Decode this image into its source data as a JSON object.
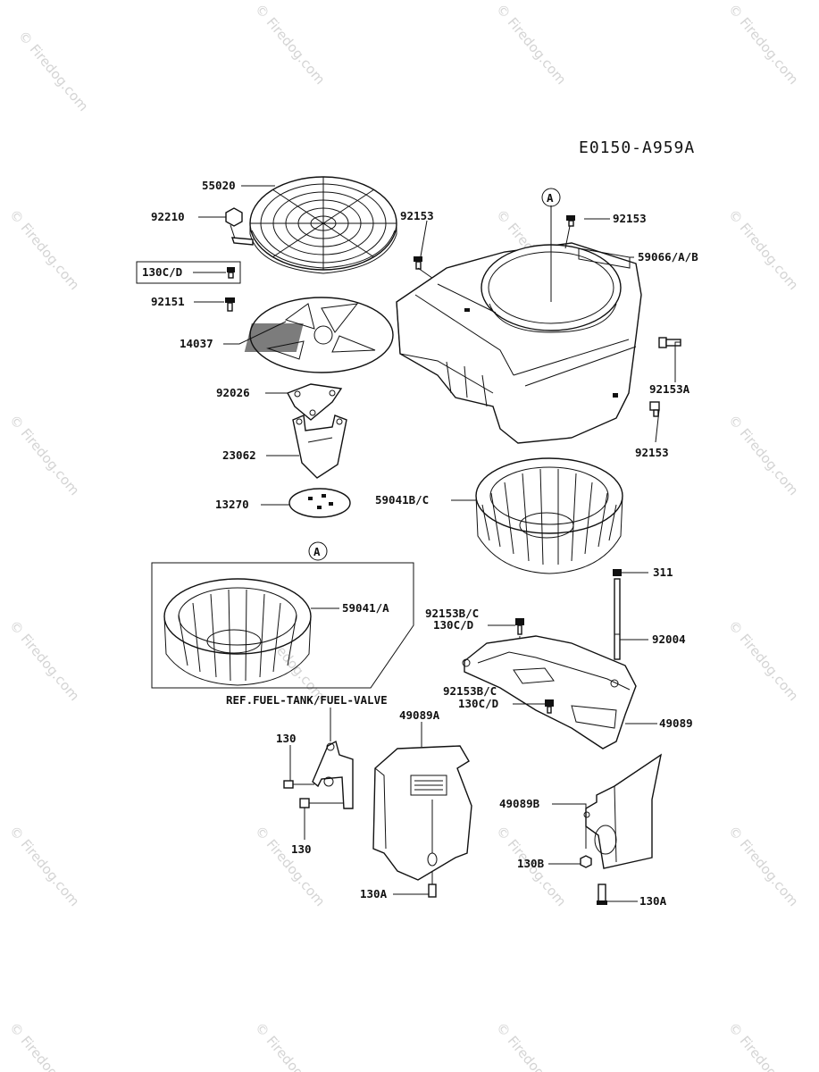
{
  "diagram_code": "E0150-A959A",
  "watermark": "© Firedog.com",
  "callouts": [
    "A",
    "A"
  ],
  "labels": {
    "p55020": "55020",
    "p92210": "92210",
    "p92153_top": "92153",
    "p130cd_boxed": "130C/D",
    "p92151": "92151",
    "p14037": "14037",
    "p92026": "92026",
    "p23062": "23062",
    "p13270": "13270",
    "p92153_housing": "92153",
    "p59066": "59066/A/B",
    "p92153a": "92153A",
    "p92153_right": "92153",
    "p59041bc": "59041B/C",
    "p59041a": "59041/A",
    "p311": "311",
    "p92153bc_1": "92153B/C",
    "p130cd_1": "130C/D",
    "p92004": "92004",
    "p92153bc_2": "92153B/C",
    "p130cd_2": "130C/D",
    "p49089": "49089",
    "ref_fuel": "REF.FUEL-TANK/FUEL-VALVE",
    "p49089a": "49089A",
    "p130_upper": "130",
    "p130_lower": "130",
    "p130a_left": "130A",
    "p49089b": "49089B",
    "p130b": "130B",
    "p130a_right": "130A"
  }
}
